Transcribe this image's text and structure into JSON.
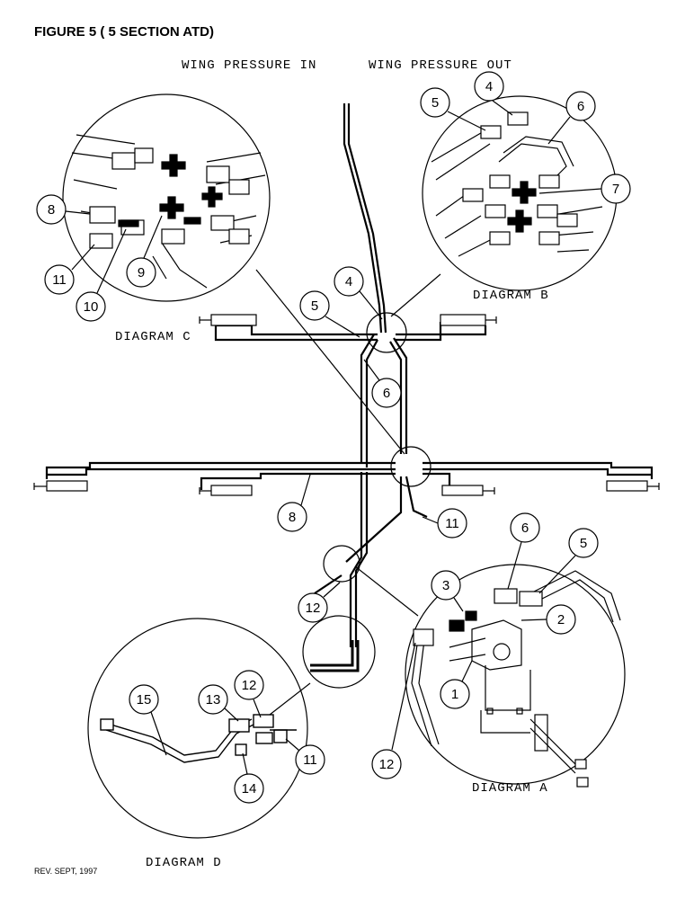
{
  "title": "FIGURE 5 ( 5 SECTION ATD)",
  "revision": "REV. SEPT, 1997",
  "labels": {
    "wing_in": "WING PRESSURE IN",
    "wing_out": "WING PRESSURE OUT",
    "diagram_a": "DIAGRAM A",
    "diagram_b": "DIAGRAM B",
    "diagram_c": "DIAGRAM C",
    "diagram_d": "DIAGRAM D"
  },
  "callouts": {
    "c_main_4": "4",
    "c_main_5": "5",
    "c_main_6": "6",
    "c_main_8": "8",
    "c_main_11": "11",
    "c_main_12": "12",
    "b_4": "4",
    "b_5": "5",
    "b_6": "6",
    "b_7": "7",
    "c_8": "8",
    "c_9": "9",
    "c_10": "10",
    "c_11": "11",
    "a_1": "1",
    "a_2": "2",
    "a_3": "3",
    "a_5": "5",
    "a_6": "6",
    "a_12": "12",
    "d_11": "11",
    "d_12": "12",
    "d_13": "13",
    "d_14": "14",
    "d_15": "15"
  }
}
